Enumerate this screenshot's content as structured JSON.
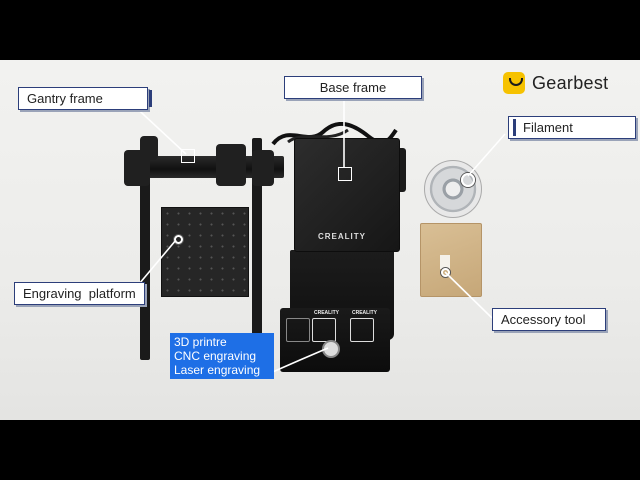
{
  "logo": {
    "text": "Gearbest",
    "icon": "smile-bag-icon",
    "accent": "#f6c200"
  },
  "labels": {
    "gantry_frame": "Gantry frame",
    "base_frame": "Base frame",
    "filament": "Filament",
    "engraving_platform": "Engraving  platform",
    "accessory_tool": "Accessory tool",
    "modes": [
      "3D printre",
      "CNC engraving",
      "Laser engraving"
    ]
  },
  "product": {
    "base_brand": "CREALITY",
    "controller_brand": "CREALITY"
  },
  "colors": {
    "label_border": "#2c3e7a",
    "modes_background": "#1e6fe6"
  }
}
